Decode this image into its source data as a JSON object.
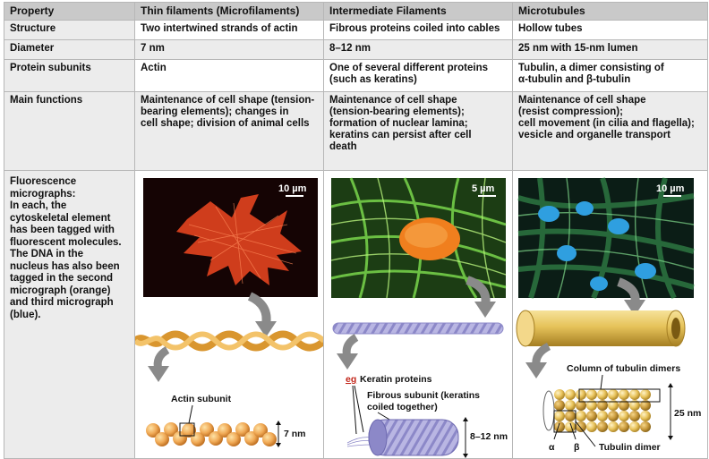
{
  "table": {
    "headers": [
      "Property",
      "Thin filaments (Microfilaments)",
      "Intermediate Filaments",
      "Microtubules"
    ],
    "rows": {
      "structure": {
        "label": "Structure",
        "thin": "Two intertwined strands of actin",
        "intermediate": "Fibrous proteins coiled into cables",
        "micro": "Hollow tubes"
      },
      "diameter": {
        "label": "Diameter",
        "thin": "7 nm",
        "intermediate": "8–12 nm",
        "micro": "25 nm with 15-nm lumen"
      },
      "subunits": {
        "label": "Protein subunits",
        "thin": "Actin",
        "intermediate_l1": "One of several different proteins",
        "intermediate_l2": "(such as keratins)",
        "micro_l1": "Tubulin, a dimer consisting of",
        "micro_l2": "α-tubulin and β-tubulin"
      },
      "functions": {
        "label": "Main functions",
        "thin_lines": [
          "Maintenance of cell shape (tension-",
          "bearing elements); changes in",
          "cell shape; division of animal cells"
        ],
        "intermediate_lines": [
          "Maintenance of cell shape",
          "(tension-bearing elements);",
          "formation of nuclear lamina;",
          "keratins can persist after cell",
          "death"
        ],
        "micro_lines": [
          "Maintenance of cell shape",
          "(resist compression);",
          "cell movement (in cilia and flagella);",
          "vesicle and organelle transport"
        ]
      },
      "fluorescence": {
        "label_lines": [
          "Fluorescence",
          "micrographs:",
          "In each, the",
          "cytoskeletal element",
          "has been tagged with",
          "fluorescent molecules.",
          "The DNA in the",
          "nucleus has also been",
          "tagged in the second",
          "micrograph (orange)",
          "and third micrograph",
          "(blue)."
        ]
      }
    }
  },
  "figures": {
    "thin": {
      "scale": "10 µm",
      "subunit_label": "Actin subunit",
      "diameter_label": "7 nm"
    },
    "intermediate": {
      "scale": "5 µm",
      "eg_prefix": "eg",
      "keratin_label": "Keratin proteins",
      "fibrous_l1": "Fibrous subunit (keratins",
      "fibrous_l2": "coiled together)",
      "diameter_label": "8–12 nm"
    },
    "micro": {
      "scale": "10 µm",
      "column_label": "Column of tubulin dimers",
      "diameter_label": "25 nm",
      "dimer_label": "Tubulin dimer",
      "alpha": "α",
      "beta": "β"
    }
  },
  "colors": {
    "header_bg": "#c9c9c9",
    "row_alt": "#ececec",
    "actin_red": "#e0421e",
    "keratin_green": "#5fc03a",
    "nucleus_orange": "#f07f1e",
    "tubulin_gold": "#e6c35a",
    "nucleus_blue": "#2f9fe0",
    "arrow_gray": "#8a8a8a",
    "keratin_lilac": "#a9a6d8"
  }
}
